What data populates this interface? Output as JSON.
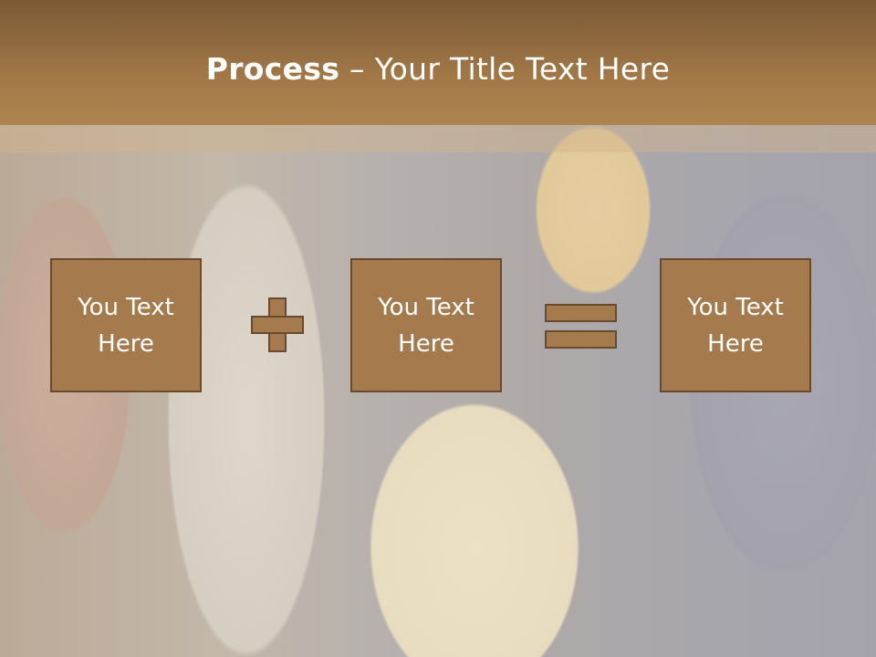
{
  "slide": {
    "title_bold": "Process",
    "title_rest": " – Your Title Text Here",
    "boxes": [
      {
        "text": "You Text\nHere"
      },
      {
        "text": "You Text\nHere"
      },
      {
        "text": "You Text\nHere"
      }
    ],
    "operators": [
      "plus",
      "equals"
    ]
  },
  "colors": {
    "title_bar": "#a17746",
    "box_fill": "#a57b4e",
    "box_border": "#6a4a2c",
    "text": "#ffffff"
  }
}
